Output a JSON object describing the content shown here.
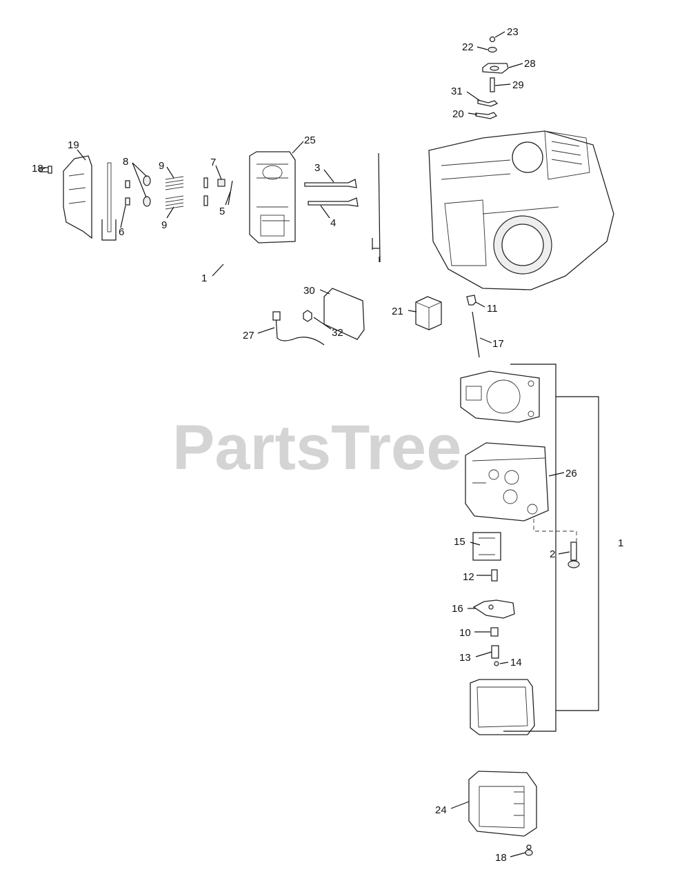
{
  "watermark": "PartsTree",
  "callouts": [
    "1",
    "1",
    "2",
    "3",
    "4",
    "5",
    "6",
    "7",
    "8",
    "9",
    "9",
    "10",
    "11",
    "12",
    "13",
    "14",
    "15",
    "16",
    "17",
    "18",
    "18",
    "19",
    "20",
    "21",
    "22",
    "23",
    "24",
    "25",
    "26",
    "27",
    "28",
    "29",
    "30",
    "31",
    "32"
  ]
}
